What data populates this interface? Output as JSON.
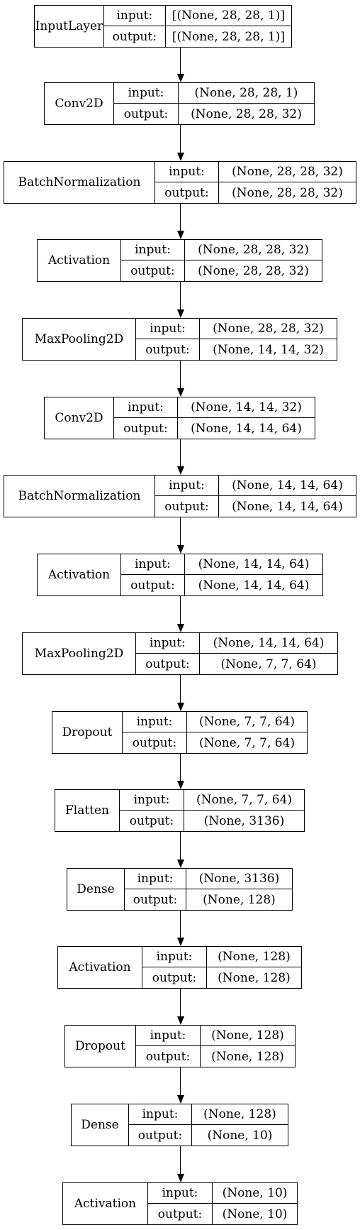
{
  "layers": [
    {
      "name": "InputLayer",
      "input_label": "input:",
      "output_label": "output:",
      "input": "[(None, 28, 28, 1)]",
      "output": "[(None, 28, 28, 1)]"
    },
    {
      "name": "Conv2D",
      "input_label": "input:",
      "output_label": "output:",
      "input": "(None, 28, 28, 1)",
      "output": "(None, 28, 28, 32)"
    },
    {
      "name": "BatchNormalization",
      "input_label": "input:",
      "output_label": "output:",
      "input": "(None, 28, 28, 32)",
      "output": "(None, 28, 28, 32)"
    },
    {
      "name": "Activation",
      "input_label": "input:",
      "output_label": "output:",
      "input": "(None, 28, 28, 32)",
      "output": "(None, 28, 28, 32)"
    },
    {
      "name": "MaxPooling2D",
      "input_label": "input:",
      "output_label": "output:",
      "input": "(None, 28, 28, 32)",
      "output": "(None, 14, 14, 32)"
    },
    {
      "name": "Conv2D",
      "input_label": "input:",
      "output_label": "output:",
      "input": "(None, 14, 14, 32)",
      "output": "(None, 14, 14, 64)"
    },
    {
      "name": "BatchNormalization",
      "input_label": "input:",
      "output_label": "output:",
      "input": "(None, 14, 14, 64)",
      "output": "(None, 14, 14, 64)"
    },
    {
      "name": "Activation",
      "input_label": "input:",
      "output_label": "output:",
      "input": "(None, 14, 14, 64)",
      "output": "(None, 14, 14, 64)"
    },
    {
      "name": "MaxPooling2D",
      "input_label": "input:",
      "output_label": "output:",
      "input": "(None, 14, 14, 64)",
      "output": "(None, 7, 7, 64)"
    },
    {
      "name": "Dropout",
      "input_label": "input:",
      "output_label": "output:",
      "input": "(None, 7, 7, 64)",
      "output": "(None, 7, 7, 64)"
    },
    {
      "name": "Flatten",
      "input_label": "input:",
      "output_label": "output:",
      "input": "(None, 7, 7, 64)",
      "output": "(None, 3136)"
    },
    {
      "name": "Dense",
      "input_label": "input:",
      "output_label": "output:",
      "input": "(None, 3136)",
      "output": "(None, 128)"
    },
    {
      "name": "Activation",
      "input_label": "input:",
      "output_label": "output:",
      "input": "(None, 128)",
      "output": "(None, 128)"
    },
    {
      "name": "Dropout",
      "input_label": "input:",
      "output_label": "output:",
      "input": "(None, 128)",
      "output": "(None, 128)"
    },
    {
      "name": "Dense",
      "input_label": "input:",
      "output_label": "output:",
      "input": "(None, 128)",
      "output": "(None, 10)"
    },
    {
      "name": "Activation",
      "input_label": "input:",
      "output_label": "output:",
      "input": "(None, 10)",
      "output": "(None, 10)"
    }
  ]
}
